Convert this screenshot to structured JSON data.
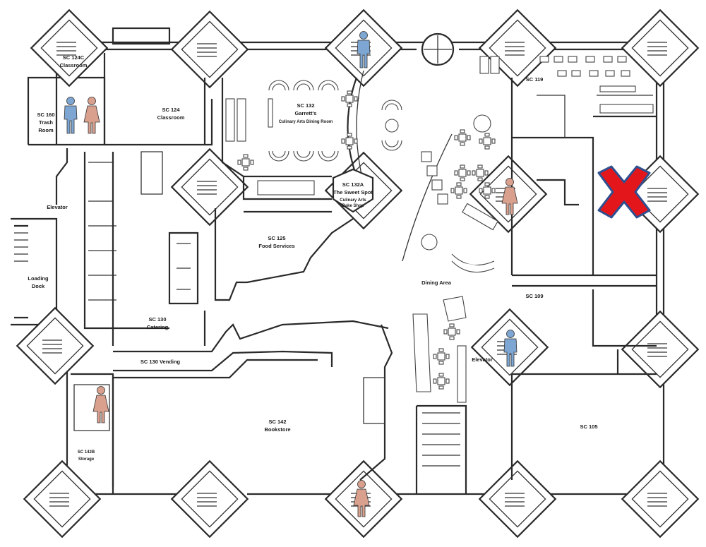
{
  "rooms": {
    "sc124c": {
      "code": "SC 124C",
      "name": "Classroom"
    },
    "sc160": {
      "code": "SC 160",
      "name1": "Trash",
      "name2": "Room"
    },
    "sc124": {
      "code": "SC 124",
      "name": "Classroom"
    },
    "sc132": {
      "code": "SC 132",
      "name": "Garrett's",
      "sub": "Culinary Arts Dining Room"
    },
    "sc132a": {
      "code": "SC 132A",
      "name": "The Sweet Spot",
      "sub1": "Culinary Arts",
      "sub2": "Bake Shop"
    },
    "sc119": {
      "code": "SC 119"
    },
    "sc125": {
      "code": "SC 125",
      "name": "Food Services"
    },
    "sc130": {
      "code": "SC 130",
      "name": "Catering"
    },
    "sc130v": {
      "label": "SC 130 Vending"
    },
    "dining": {
      "label": "Dining Area"
    },
    "sc109": {
      "code": "SC 109"
    },
    "sc142": {
      "code": "SC 142",
      "name": "Bookstore"
    },
    "sc142b": {
      "code": "SC 142B",
      "name": "Storage"
    },
    "sc105": {
      "code": "SC 105"
    },
    "elevator_w": {
      "label": "Elevator"
    },
    "elevator_e": {
      "label": "Elevator"
    },
    "loading": {
      "line1": "Loading",
      "line2": "Dock"
    }
  },
  "markers": [
    {
      "type": "restroom-male",
      "color": "#7ea6d3",
      "location": "top-center stairwell"
    },
    {
      "type": "restroom-male",
      "color": "#7ea6d3",
      "location": "near SC 160"
    },
    {
      "type": "restroom-female",
      "color": "#d9a08e",
      "location": "near SC 160"
    },
    {
      "type": "restroom-female",
      "color": "#d9a08e",
      "location": "dining area"
    },
    {
      "type": "restroom-female",
      "color": "#d9a08e",
      "location": "near SC 142B"
    },
    {
      "type": "restroom-male",
      "color": "#7ea6d3",
      "location": "east elevator"
    },
    {
      "type": "restroom-female",
      "color": "#d9a08e",
      "location": "bottom-center stairwell"
    },
    {
      "type": "x-mark",
      "color": "#e3161c",
      "outline": "#2f4f8f",
      "location": "east tower near SC 119"
    }
  ]
}
